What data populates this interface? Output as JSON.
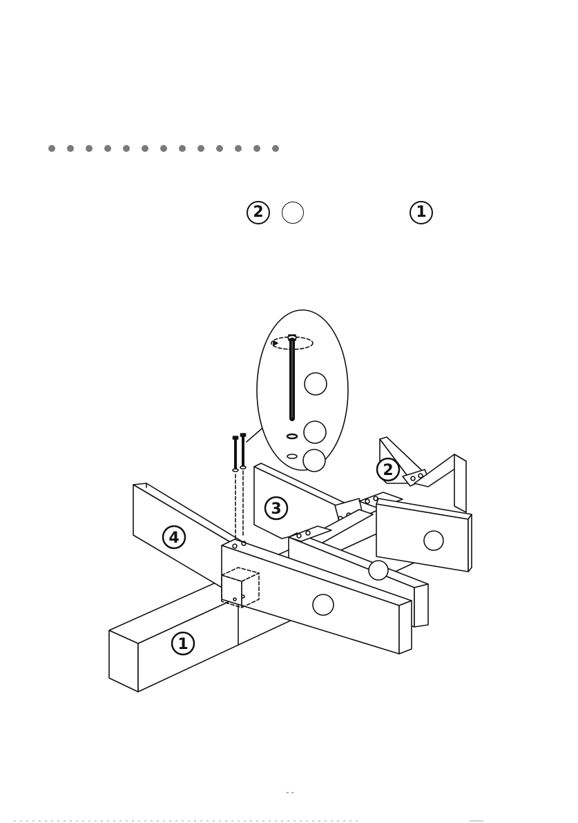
{
  "header": {
    "step_labels": [
      {
        "id": "panel-2",
        "text": "2"
      },
      {
        "id": "blank",
        "text": ""
      },
      {
        "id": "panel-1",
        "text": "1"
      }
    ]
  },
  "diagram": {
    "part_labels": {
      "p1": "1",
      "p2": "2",
      "p3": "3",
      "p4": "4"
    }
  },
  "footer": {
    "page_number": "- -"
  }
}
